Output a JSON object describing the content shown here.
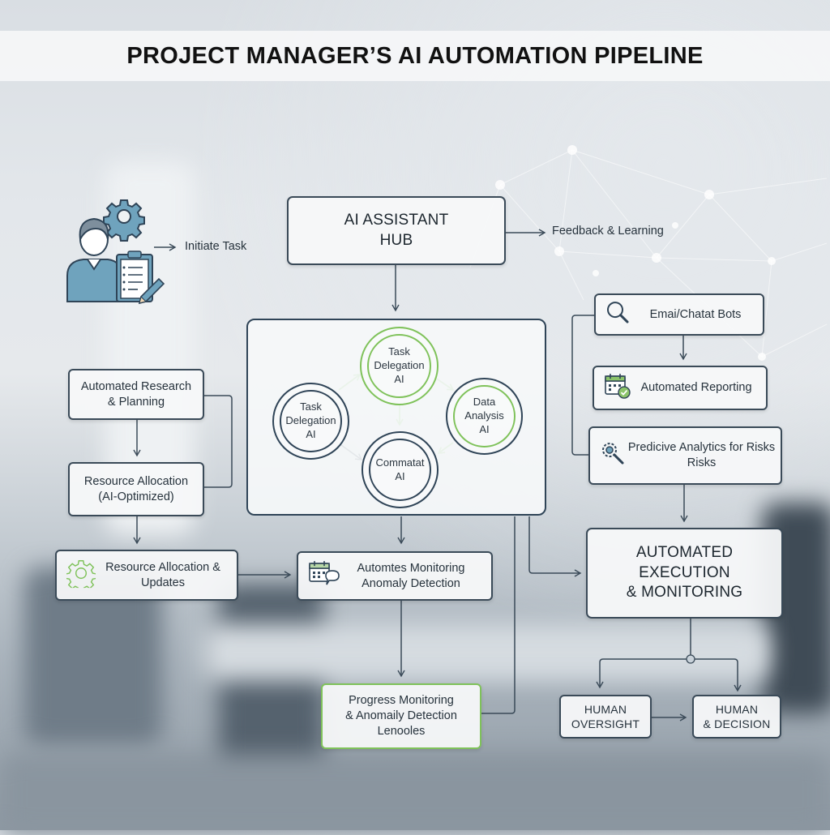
{
  "title": "PROJECT MANAGER’S AI AUTOMATION PIPELINE",
  "colors": {
    "stroke": "#3a4a58",
    "accent_green": "#7fc25a",
    "icon_blue": "#6fa3bd",
    "box_fill": "#f6f8f9"
  },
  "start": {
    "icon": "project-manager-icon",
    "label": "Initiate Task"
  },
  "hub": {
    "title_line1": "AI ASSISTANT",
    "title_line2": "HUB",
    "feedback_label": "Feedback & Learning"
  },
  "ai_cluster": {
    "nodes": [
      {
        "id": "left",
        "line1": "Task",
        "line2": "Delegation",
        "line3": "AI"
      },
      {
        "id": "top",
        "line1": "Task",
        "line2": "Delegation",
        "line3": "AI"
      },
      {
        "id": "right",
        "line1": "Data",
        "line2": "Analysis",
        "line3": "AI"
      },
      {
        "id": "bottom",
        "line1": "Commatat",
        "line2": "AI"
      }
    ]
  },
  "left_column": {
    "research": {
      "line1": "Automated Research",
      "line2": "& Planning"
    },
    "allocation": {
      "line1": "Resource Allocation",
      "line2": "(AI-Optimized)"
    },
    "updates": {
      "line1": "Resource Allocation &",
      "line2": "Updates",
      "icon": "gear-icon"
    }
  },
  "middle": {
    "monitoring": {
      "line1": "Automtes Monitoring",
      "line2": "Anomaly Detection",
      "icon": "calendar-chat-icon"
    },
    "progress": {
      "line1": "Progress Monitoring",
      "line2": "& Anomaily Detection",
      "line3": "Lenooles"
    }
  },
  "right_column": {
    "bots": {
      "label": "Emai/Chatat Bots",
      "icon": "search-icon"
    },
    "reporting": {
      "label": "Automated Reporting",
      "icon": "calendar-check-icon"
    },
    "predictive": {
      "line1": "Predicive Analytics for Risks",
      "line2": "Risks",
      "icon": "gear-search-icon"
    },
    "execution": {
      "line1": "AUTOMATED",
      "line2": "EXECUTION",
      "line3": "& MONITORING"
    },
    "oversight": {
      "line1": "HUMAN",
      "line2": "OVERSIGHT"
    },
    "decision": {
      "line1": "HUMAN",
      "line2": "& DECISION"
    }
  }
}
